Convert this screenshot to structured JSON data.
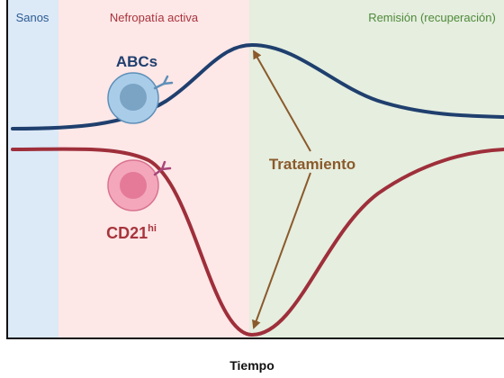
{
  "phases": [
    {
      "label": "Sanos",
      "color": "#dce9f7",
      "text_color": "#2c5c93"
    },
    {
      "label": "Nefropatía activa",
      "color": "#fde7e7",
      "text_color": "#a8343c"
    },
    {
      "label": "Remisión (recuperación)",
      "color": "#e5eedf",
      "text_color": "#4f8a3a"
    }
  ],
  "cells": {
    "abcs": {
      "label": "ABCs",
      "color": "#1f3f6e",
      "fill": "#a9cde9",
      "nucleus": "#7aa3c4"
    },
    "cd21": {
      "label": "CD21",
      "superscript": "hi",
      "color": "#a8343c",
      "fill": "#f4a7bb",
      "nucleus": "#e57a98"
    }
  },
  "treatment": {
    "label": "Tratamiento",
    "color": "#8b5a2b"
  },
  "curves": {
    "abcs_color": "#1f3f6e",
    "cd21_color": "#9e2f3a"
  },
  "x_axis": {
    "label": "Tiempo"
  }
}
